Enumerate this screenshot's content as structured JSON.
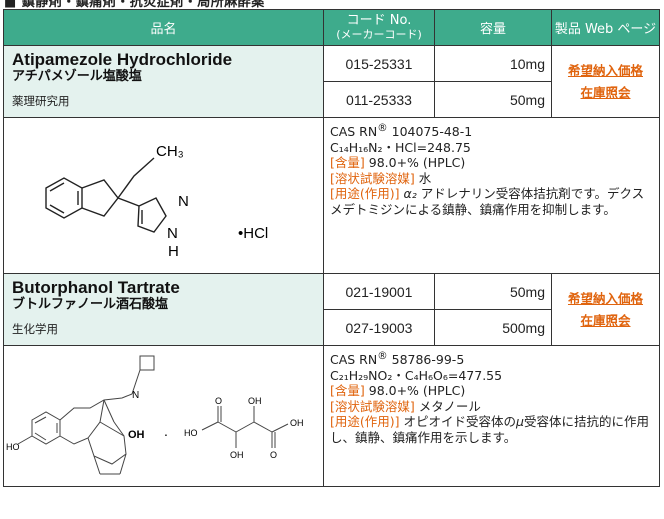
{
  "header": {
    "cut_title": "■ 鎮静剤・鎮痛剤・抗炎症剤・局所麻酔薬",
    "col_name": "品名",
    "col_code_line1": "コード No.",
    "col_code_line2": "(メーカーコード)",
    "col_capacity": "容量",
    "col_web": "製品 Web ページ"
  },
  "products": [
    {
      "name_en": "Atipamezole Hydrochloride",
      "name_jp": "アチパメゾール塩酸塩",
      "usage": "薬理研究用",
      "rows": [
        {
          "code": "015-25331",
          "capacity": "10mg"
        },
        {
          "code": "011-25333",
          "capacity": "50mg"
        }
      ],
      "link_price": "希望納入価格",
      "link_stock": "在庫照会",
      "cas_label": "CAS RN",
      "cas_number": "104075-48-1",
      "formula": "C₁₄H₁₆N₂・HCl=248.75",
      "purity_label": "[含量]",
      "purity": "98.0+% (HPLC)",
      "solvent_label": "[溶状試験溶媒]",
      "solvent": "水",
      "use_label": "[用途(作用)]",
      "use_greek": "α₂",
      "use_text": "アドレナリン受容体拮抗剤です。デクスメデトミジンによる鎮静、鎮痛作用を抑制します。",
      "struct_labels": {
        "ch3": "CH₃",
        "n_top": "N",
        "n_bottom": "N",
        "h": "H",
        "salt": "•HCl"
      }
    },
    {
      "name_en": "Butorphanol Tartrate",
      "name_jp": "ブトルファノール酒石酸塩",
      "usage": "生化学用",
      "rows": [
        {
          "code": "021-19001",
          "capacity": "50mg"
        },
        {
          "code": "027-19003",
          "capacity": "500mg"
        }
      ],
      "link_price": "希望納入価格",
      "link_stock": "在庫照会",
      "cas_label": "CAS RN",
      "cas_number": "58786-99-5",
      "formula": "C₂₁H₂₉NO₂・C₄H₆O₆=477.55",
      "purity_label": "[含量]",
      "purity": "98.0+% (HPLC)",
      "solvent_label": "[溶状試験溶媒]",
      "solvent": "メタノール",
      "use_label": "[用途(作用)]",
      "use_greek": "μ",
      "use_text_pre": "オピオイド受容体の",
      "use_text": "受容体に拮抗的に作用し、鎮静、鎮痛作用を示します。",
      "struct_labels": {
        "n": "N",
        "oh1": "OH",
        "ho1": "HO",
        "ho2": "HO",
        "o1": "O",
        "oh2": "OH",
        "o2": "O",
        "oh3": "OH",
        "oh4": "OH",
        "dot": "."
      }
    }
  ]
}
